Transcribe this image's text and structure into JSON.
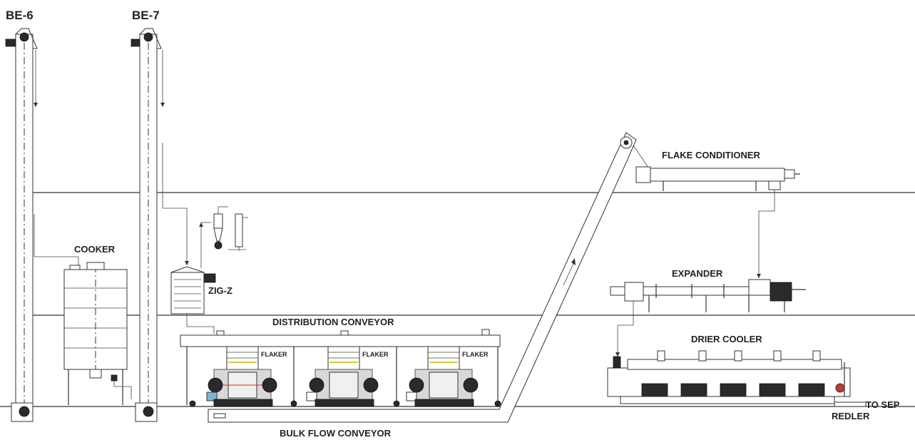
{
  "labels": {
    "be6": "BE-6",
    "be7": "BE-7",
    "cooker": "COOKER",
    "zigz": "ZIG-Z",
    "distribution_conveyor": "DISTRIBUTION CONVEYOR",
    "flaker": "FLAKER",
    "bulk_flow_conveyor": "BULK FLOW CONVEYOR",
    "flake_conditioner": "FLAKE CONDITIONER",
    "expander": "EXPANDER",
    "drier_cooler": "DRIER COOLER",
    "to_sep": "TO SEP",
    "redler": "REDLER"
  },
  "colors": {
    "line": "#333333",
    "dark": "#2a2a2a",
    "accent_red": "#c0392b",
    "accent_yellow": "#e8d000",
    "accent_blue": "#7fb3d5"
  }
}
